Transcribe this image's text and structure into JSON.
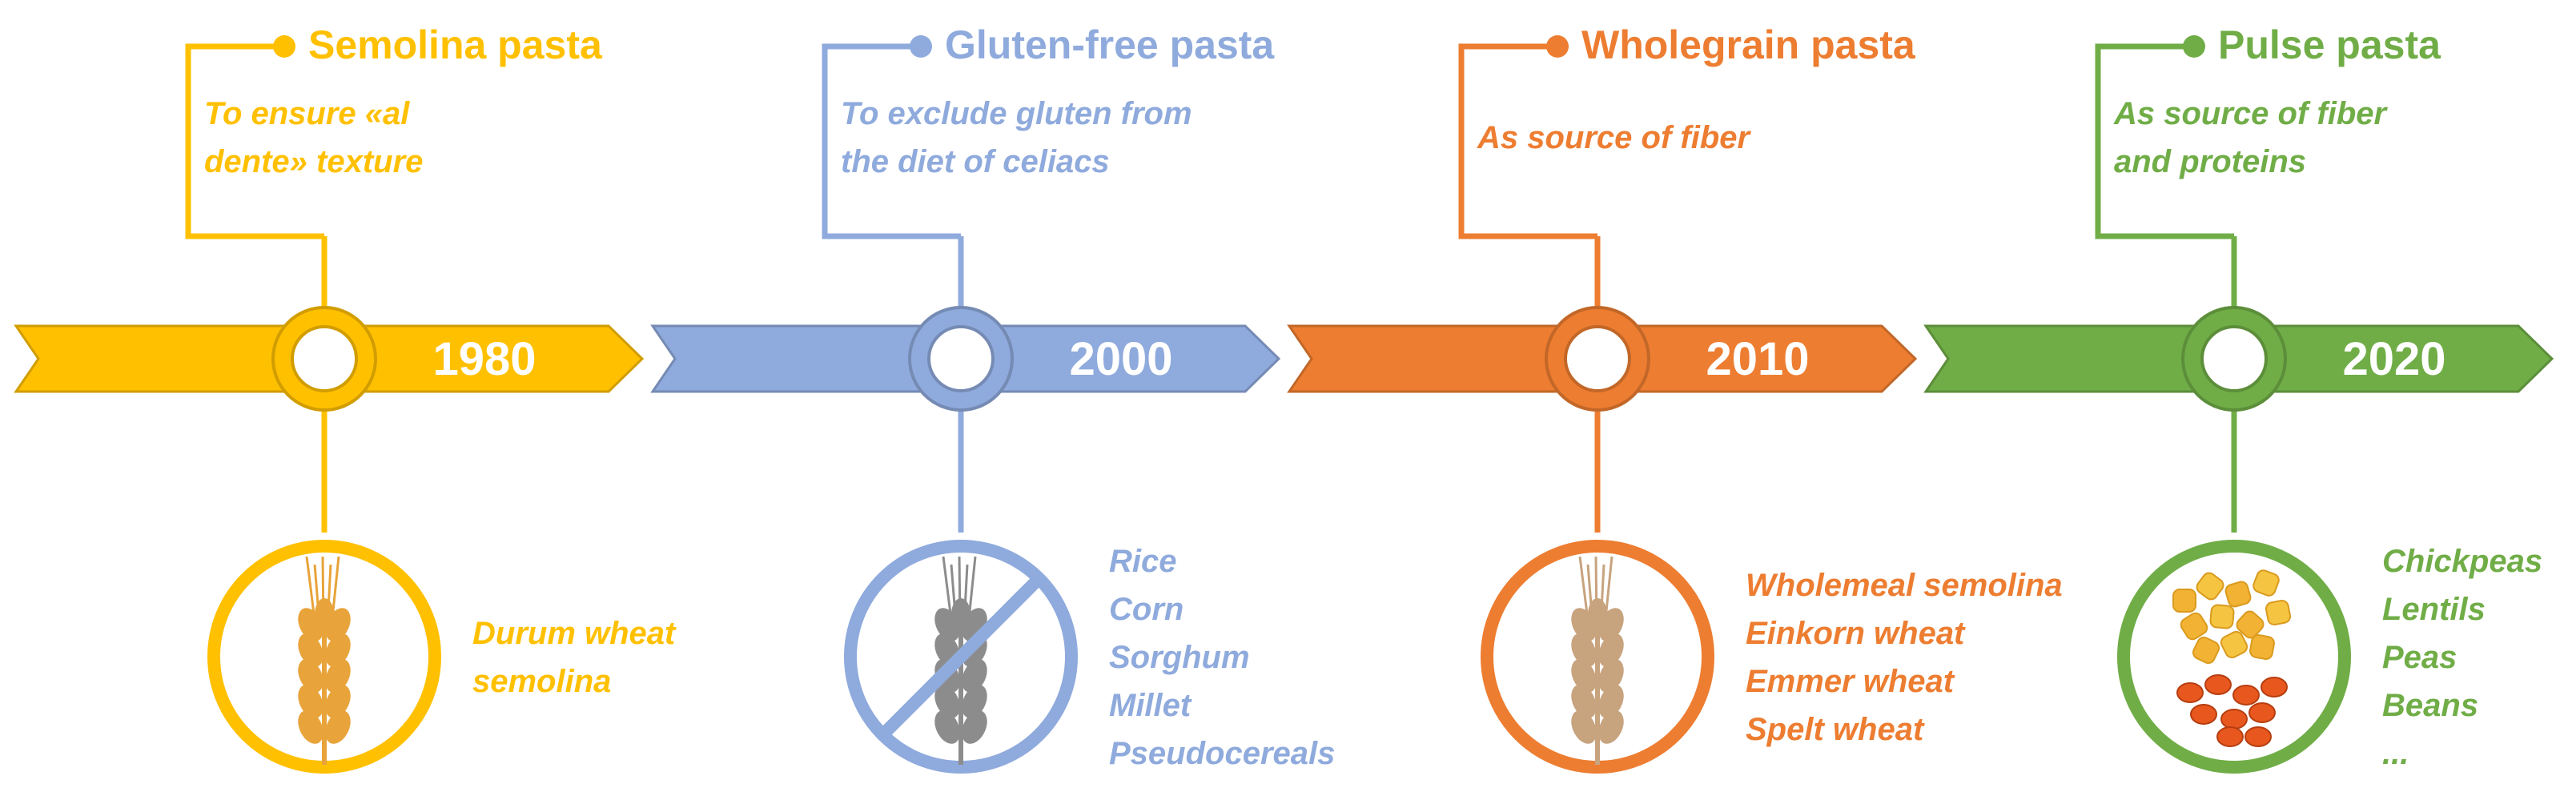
{
  "palette": {
    "semolina": "#FFC000",
    "gluten_free": "#8FAADC",
    "wholegrain": "#ED7D31",
    "pulse": "#70AD47",
    "wheat_gold": "#E8A33A",
    "wheat_gray": "#8C8C8C",
    "wheat_tan": "#C7A37E"
  },
  "eras": [
    {
      "key": "semolina",
      "year": "1980",
      "title": "Semolina pasta",
      "purpose": [
        "To ensure «al",
        "dente» texture"
      ],
      "ingredients": [
        "Durum wheat",
        "semolina"
      ],
      "icon": "wheat-ear-icon"
    },
    {
      "key": "gluten_free",
      "year": "2000",
      "title": "Gluten-free pasta",
      "purpose": [
        "To exclude gluten from",
        "the diet of celiacs"
      ],
      "ingredients": [
        "Rice",
        "Corn",
        "Sorghum",
        "Millet",
        "Pseudocereals"
      ],
      "icon": "no-wheat-icon"
    },
    {
      "key": "wholegrain",
      "year": "2010",
      "title": "Wholegrain pasta",
      "purpose": [
        "As source of fiber"
      ],
      "ingredients": [
        "Wholemeal semolina",
        "Einkorn wheat",
        "Emmer wheat",
        "Spelt wheat"
      ],
      "icon": "wheat-ear-icon"
    },
    {
      "key": "pulse",
      "year": "2020",
      "title": "Pulse pasta",
      "purpose": [
        "As source of fiber",
        "and proteins"
      ],
      "ingredients": [
        "Chickpeas",
        "Lentils",
        "Peas",
        "Beans",
        "..."
      ],
      "icon": "pulse-pasta-icon"
    }
  ]
}
